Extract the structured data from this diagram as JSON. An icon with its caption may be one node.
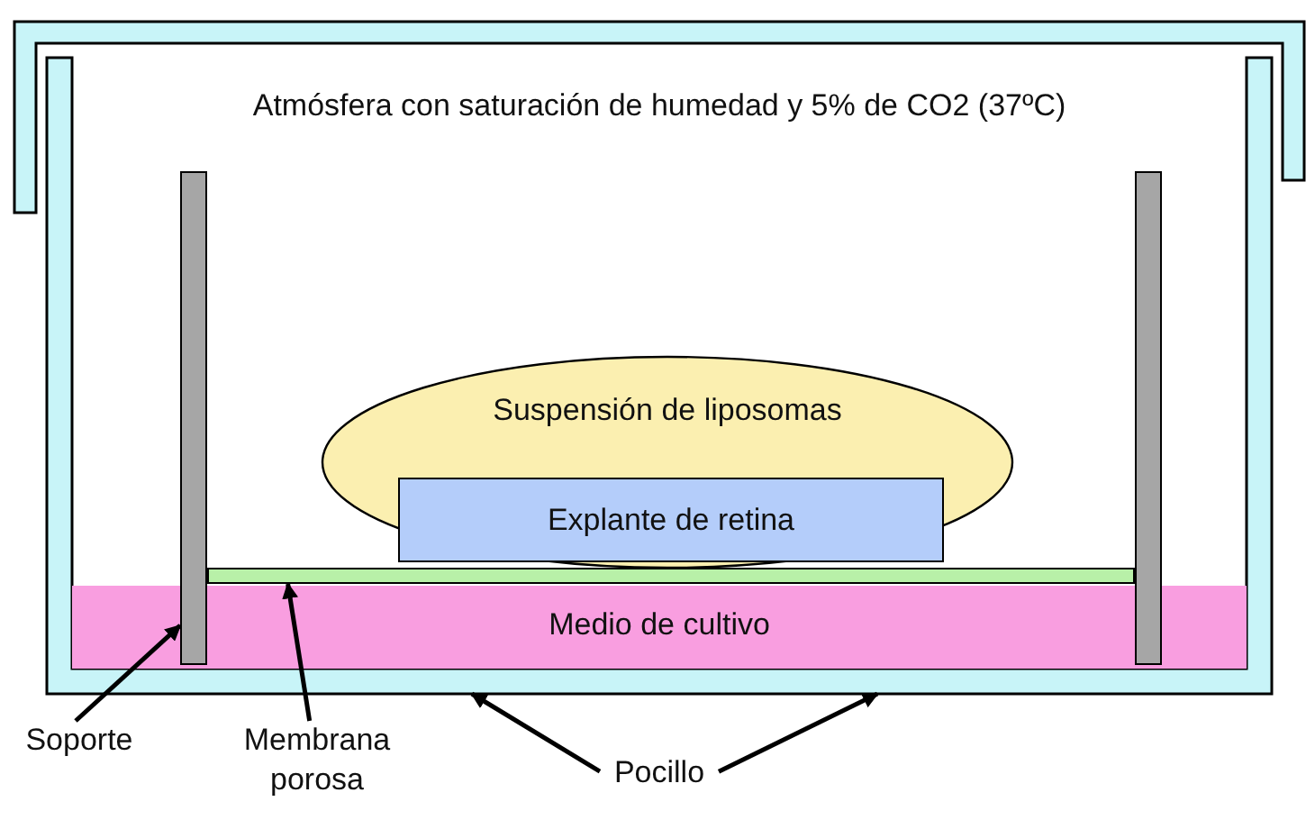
{
  "diagram": {
    "nodes": [
      {
        "text": [],
        "shape": "box"
      },
      {
        "text": [],
        "shape": "bar",
        "in": 0
      },
      {
        "text": [],
        "shape": "bar",
        "in": 0
      },
      {
        "text": [
          "Medio de cultivo"
        ],
        "in": 0
      },
      {
        "text": [
          "Suspensión de liposomas"
        ],
        "in": 0
      },
      {
        "text": [
          "Explante de retina"
        ],
        "in": 4
      },
      {
        "text": [],
        "shape": "bar",
        "in": 0
      },
      {
        "text": [
          "Soporte"
        ]
      },
      {
        "text": [
          "Membrana porosa"
        ]
      },
      {
        "text": [
          "Pocillo"
        ]
      }
    ],
    "edges": [
      {
        "from": 7,
        "to": 1,
        "arrow": "to"
      },
      {
        "from": 8,
        "to": 6,
        "arrow": "to"
      },
      {
        "from": 9,
        "to": 0,
        "arrow": "to"
      },
      {
        "from": 9,
        "to": 0,
        "arrow": "to"
      }
    ],
    "labels": [
      "Atmósfera con saturación de humedad y 5% de CO2 (37ºC)"
    ]
  }
}
